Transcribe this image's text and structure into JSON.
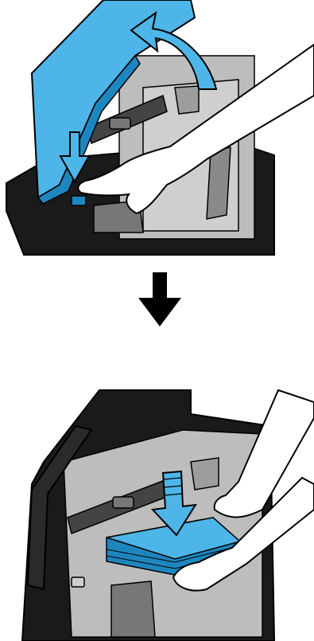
{
  "figure": {
    "steps": [
      {
        "id": "step-1",
        "action": "press-lever-and-lift-cover"
      },
      {
        "id": "step-2",
        "action": "insert-paper-stack"
      }
    ],
    "transition": {
      "icon": "arrow-down-icon"
    },
    "colors": {
      "accent": "#4EB5E8",
      "accent_dark": "#1E86BF",
      "machine": "#1a1a1a",
      "tray": "#bdbdbd",
      "tray_dark": "#8a8a8a",
      "hand": "#ffffff"
    }
  }
}
